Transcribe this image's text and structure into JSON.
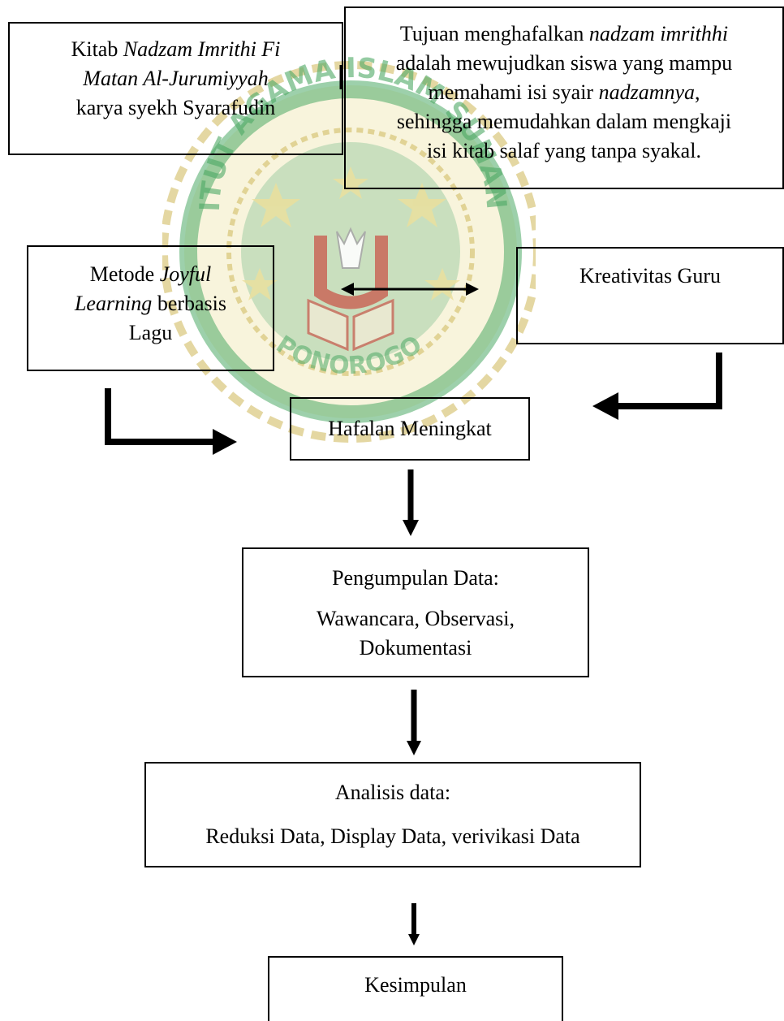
{
  "watermark": {
    "arc_top": "INSTITUT AGAMA ISLAM SUNAN GIRI",
    "arc_bottom": "PONOROGO",
    "colors": {
      "gold": "#c9b14a",
      "green": "#2e9a4a",
      "red": "#c0392b"
    }
  },
  "boxes": {
    "kitab": {
      "line1_a": "Kitab ",
      "line1_b": "Nadzam Imrithi Fi",
      "line2": "Matan Al-Jurumiyyah",
      "line3": "karya syekh Syarafudin"
    },
    "tujuan": {
      "line1_a": "Tujuan menghafalkan ",
      "line1_b": "nadzam imrithhi",
      "line2": "adalah mewujudkan siswa yang mampu",
      "line3_a": "memahami isi syair ",
      "line3_b": "nadzamnya",
      "line3_c": ",",
      "line4": "sehingga memudahkan dalam mengkaji",
      "line5": "isi kitab salaf yang tanpa syakal."
    },
    "metode": {
      "line1_a": "Metode ",
      "line1_b": "Joyful",
      "line2_a": "Learning",
      "line2_b": " berbasis",
      "line3": "Lagu"
    },
    "kreativitas": {
      "label": "Kreativitas Guru"
    },
    "hafalan": {
      "label": "Hafalan Meningkat"
    },
    "pengumpulan": {
      "title": "Pengumpulan Data:",
      "line1": "Wawancara, Observasi,",
      "line2": "Dokumentasi"
    },
    "analisis": {
      "title": "Analisis data:",
      "line1": "Reduksi Data, Display Data, verivikasi Data"
    },
    "kesimpulan": {
      "label": "Kesimpulan"
    }
  }
}
